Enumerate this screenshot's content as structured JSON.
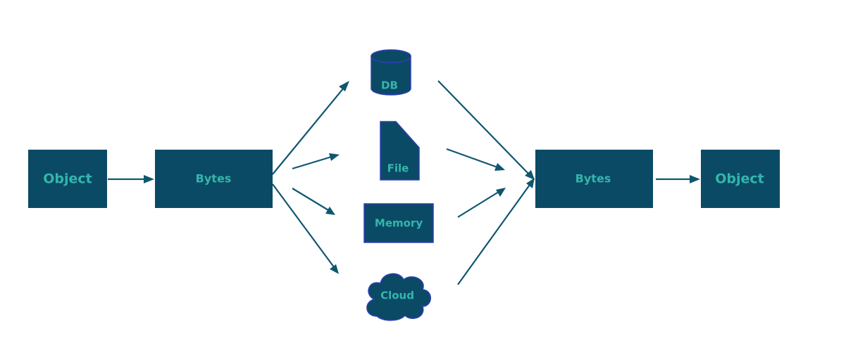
{
  "diagram": {
    "colors": {
      "node_fill": "#0b4a64",
      "node_text": "#33b6ad",
      "storage_outline": "#2f3fb5",
      "edge": "#0f566f",
      "background": "#ffffff"
    },
    "nodes": {
      "source_object": "Object",
      "serialized_bytes": "Bytes",
      "db": "DB",
      "file": "File",
      "memory": "Memory",
      "cloud": "Cloud",
      "deserialized_bytes": "Bytes",
      "target_object": "Object"
    },
    "node_shapes": {
      "source_object": "rectangle",
      "serialized_bytes": "rectangle",
      "db": "cylinder-icon",
      "file": "document-icon",
      "memory": "rectangle",
      "cloud": "cloud-icon",
      "deserialized_bytes": "rectangle",
      "target_object": "rectangle"
    },
    "edges": [
      {
        "from": "source_object",
        "to": "serialized_bytes"
      },
      {
        "from": "serialized_bytes",
        "to": "db"
      },
      {
        "from": "serialized_bytes",
        "to": "file"
      },
      {
        "from": "serialized_bytes",
        "to": "memory"
      },
      {
        "from": "serialized_bytes",
        "to": "cloud"
      },
      {
        "from": "db",
        "to": "deserialized_bytes"
      },
      {
        "from": "file",
        "to": "deserialized_bytes"
      },
      {
        "from": "memory",
        "to": "deserialized_bytes"
      },
      {
        "from": "cloud",
        "to": "deserialized_bytes"
      },
      {
        "from": "deserialized_bytes",
        "to": "target_object"
      }
    ]
  }
}
